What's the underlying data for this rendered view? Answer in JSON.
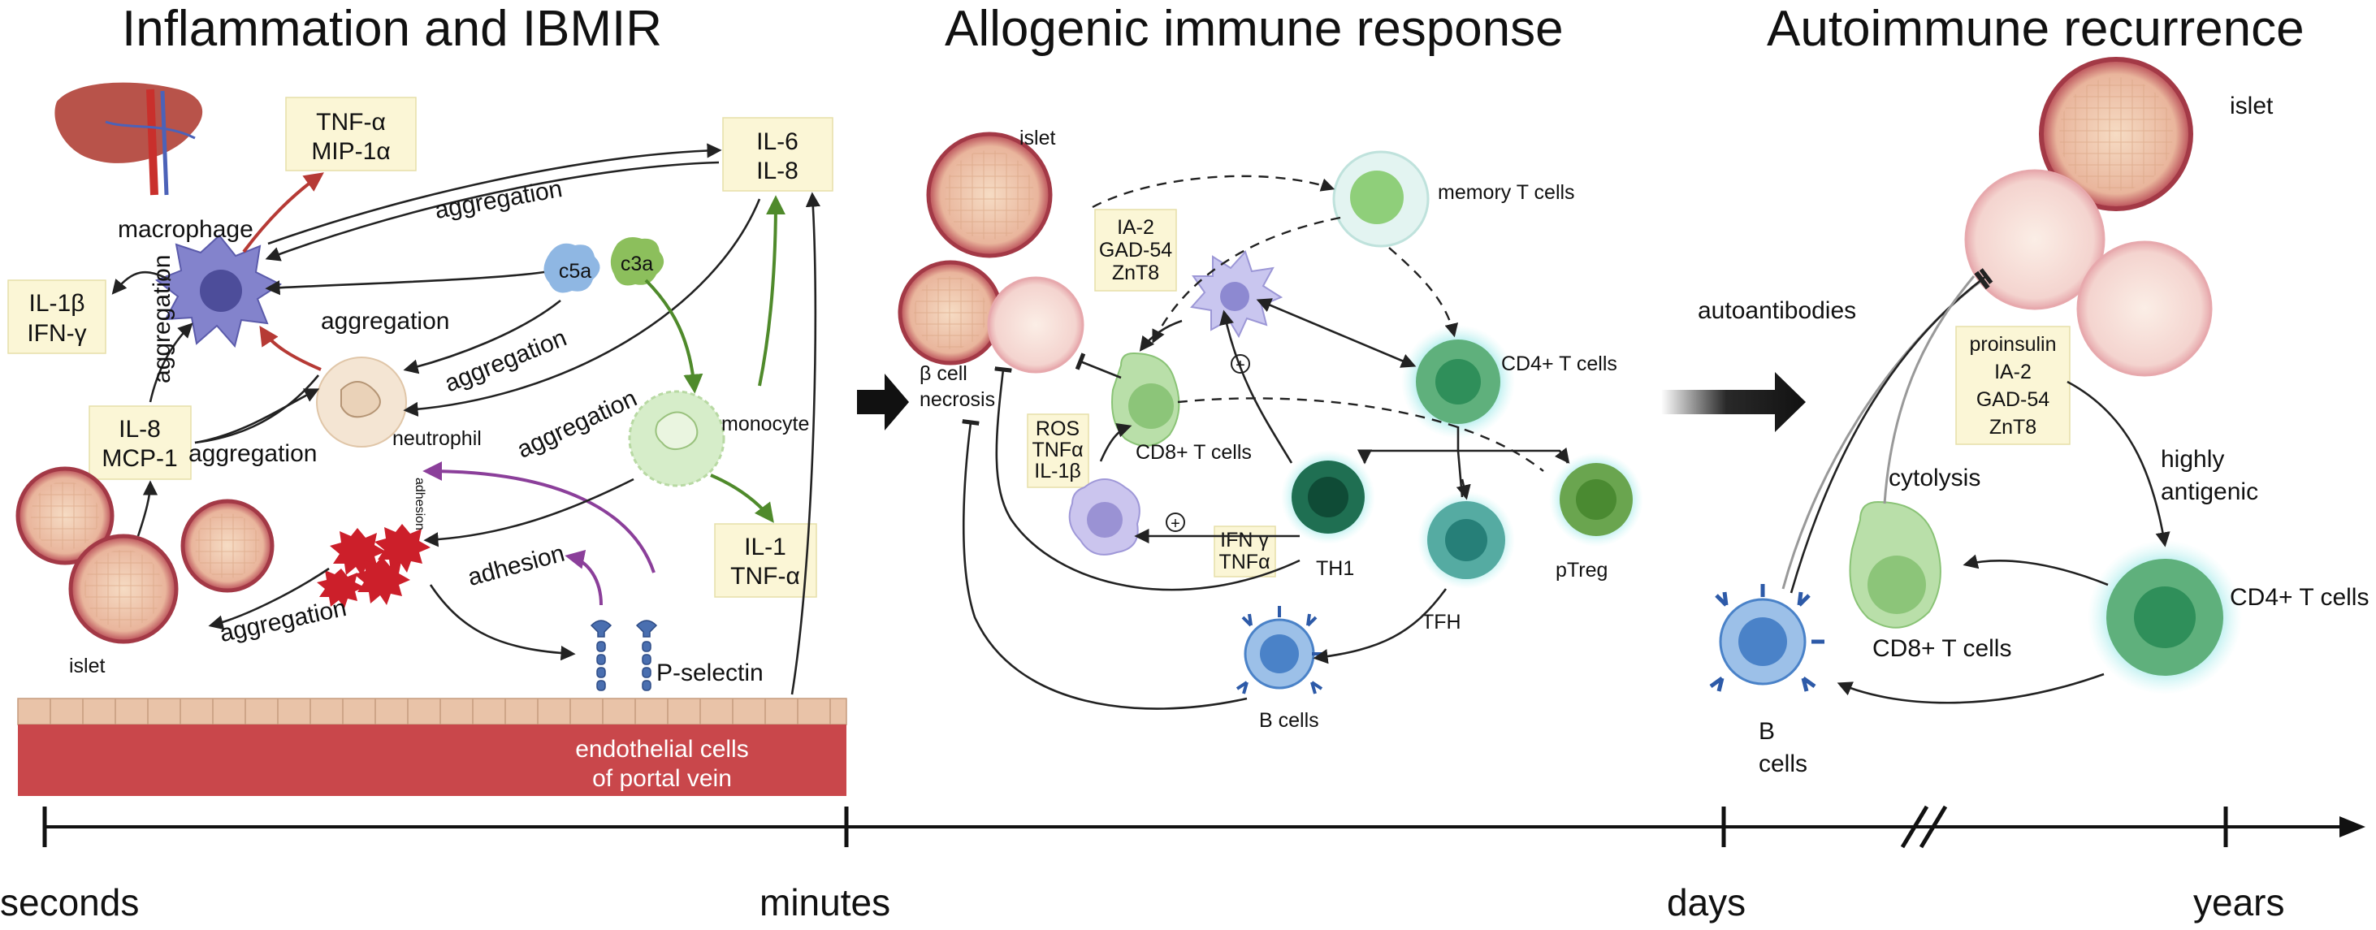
{
  "panels": {
    "inflammation": {
      "title": "Inflammation and IBMIR",
      "tnf_mip": [
        "TNF-α",
        "MIP-1α"
      ],
      "il6_il8": [
        "IL-6",
        "IL-8"
      ],
      "il1b_ifng": [
        "IL-1β",
        "IFN-γ"
      ],
      "il8_mcp1": [
        "IL-8",
        "MCP-1"
      ],
      "il1_tnf": [
        "IL-1",
        "TNF-α"
      ],
      "macrophage": "macrophage",
      "neutrophil": "neutrophil",
      "monocyte": "monocyte",
      "islet": "islet",
      "c5a": "c5a",
      "c3a": "c3a",
      "aggregation": "aggregation",
      "adhesion": "adhesion",
      "adhesion_small": "adhesion",
      "p_selectin": "P-selectin",
      "endothelial": [
        "endothelial cells",
        "of portal vein"
      ]
    },
    "allogenic": {
      "title": "Allogenic immune response",
      "islet": "islet",
      "antigens": [
        "IA-2",
        "GAD-54",
        "ZnT8"
      ],
      "memory_t": "memory T cells",
      "cd4": "CD4+ T cells",
      "cd8": "CD8+ T cells",
      "necrosis": [
        "β cell",
        "necrosis"
      ],
      "ros": [
        "ROS",
        "TNFα",
        "IL-1β"
      ],
      "ifn": [
        "IFN γ",
        "TNFα"
      ],
      "th1": "TH1",
      "tfh": "TFH",
      "ptreg": "pTreg",
      "bcells": "B cells",
      "plus": "+"
    },
    "autoimmune": {
      "title": "Autoimmune recurrence",
      "islet": "islet",
      "autoantibodies": "autoantibodies",
      "antigens": [
        "proinsulin",
        "IA-2",
        "GAD-54",
        "ZnT8"
      ],
      "highly_antigenic": [
        "highly",
        "antigenic"
      ],
      "cytolysis": "cytolysis",
      "cd8": "CD8+ T cells",
      "cd4": "CD4+ T cells",
      "bcells": [
        "B",
        "cells"
      ]
    }
  },
  "timeline": {
    "labels": [
      "seconds",
      "minutes",
      "days",
      "years"
    ]
  },
  "colors": {
    "vein": "#c9474b",
    "macrophage": "#7e7ec9",
    "neutrophil": "#f3e2cf",
    "monocyte": "#d3ebc3",
    "platelet": "#cc1f2a",
    "tcell_green": "#5fb07c",
    "tcell_dark": "#1f6f52",
    "tfh": "#4fa79f",
    "bcell": "#4a82c8",
    "red_arrow": "#b63a35",
    "green_arrow": "#4f8a2b",
    "purple_arrow": "#8b3f9a"
  }
}
